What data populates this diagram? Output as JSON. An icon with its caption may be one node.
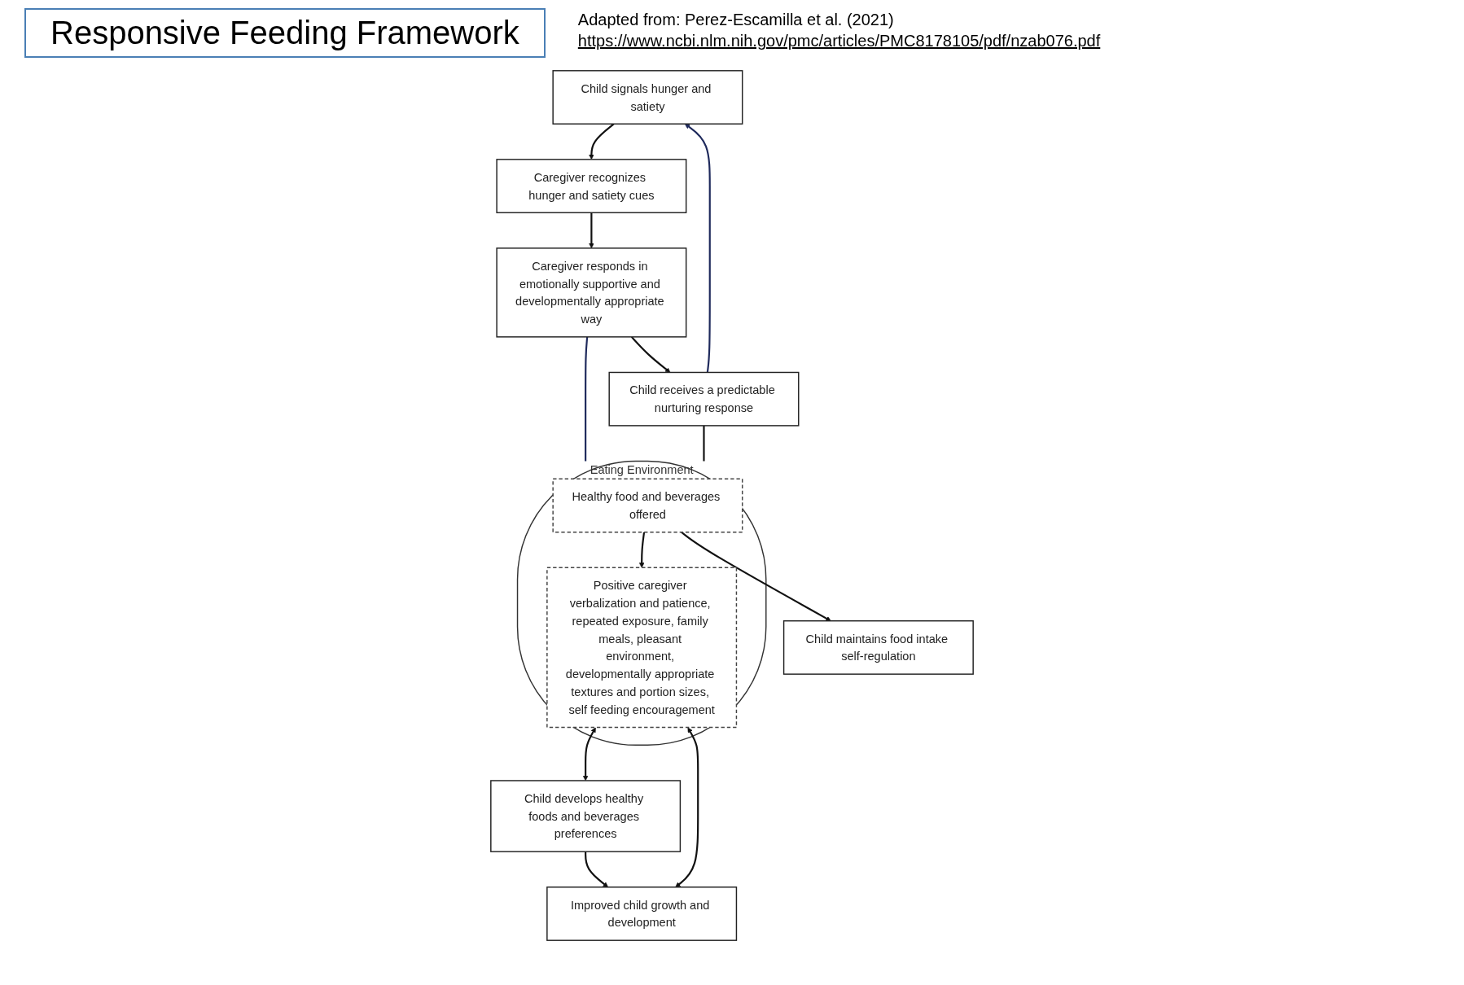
{
  "diagram": {
    "title": "Responsive Feeding Framework",
    "nodes": [
      {
        "text": [
          "Child signals hunger and satiety"
        ]
      },
      {
        "text": [
          "Caregiver recognizes hunger and satiety cues"
        ]
      },
      {
        "text": [
          "Caregiver responds in emotionally supportive and developmentally appropriate way"
        ]
      },
      {
        "text": [
          "Child receives a predictable nurturing response"
        ]
      },
      {
        "text": [
          "Eating Environment"
        ]
      },
      {
        "text": [
          "Healthy food and beverages offered"
        ],
        "in": 4
      },
      {
        "text": [
          "Positive caregiver verbalization and patience, repeated exposure, family meals, pleasant environment, developmentally appropriate textures and portion sizes, self feeding encouragement"
        ],
        "in": 4
      },
      {
        "text": [
          "Child maintains food intake self-regulation"
        ]
      },
      {
        "text": [
          "Child develops healthy foods and beverages preferences"
        ]
      },
      {
        "text": [
          "Improved child growth and development"
        ]
      }
    ],
    "edges": [
      {
        "from": 0,
        "to": 1,
        "arrow": "to"
      },
      {
        "from": 1,
        "to": 2,
        "arrow": "to"
      },
      {
        "from": 2,
        "to": 3,
        "arrow": "to"
      },
      {
        "from": 3,
        "to": 0,
        "arrow": "to",
        "color": "#1f2a5c"
      },
      {
        "from": 2,
        "to": 4,
        "arrow": "none",
        "color": "#1f2a5c"
      },
      {
        "from": 3,
        "to": 4,
        "arrow": "none"
      },
      {
        "from": 5,
        "to": 6,
        "arrow": "to"
      },
      {
        "from": 5,
        "to": 7,
        "arrow": "to"
      },
      {
        "from": 6,
        "to": 8,
        "arrow": "both"
      },
      {
        "from": 8,
        "to": 9,
        "arrow": "to"
      },
      {
        "from": 6,
        "to": 9,
        "arrow": "both"
      }
    ],
    "labels": [
      "Adapted from: Perez-Escamilla et al. (2021)",
      "https://www.ncbi.nlm.nih.gov/pmc/articles/PMC8178105/pdf/nzab076.pdf"
    ]
  }
}
